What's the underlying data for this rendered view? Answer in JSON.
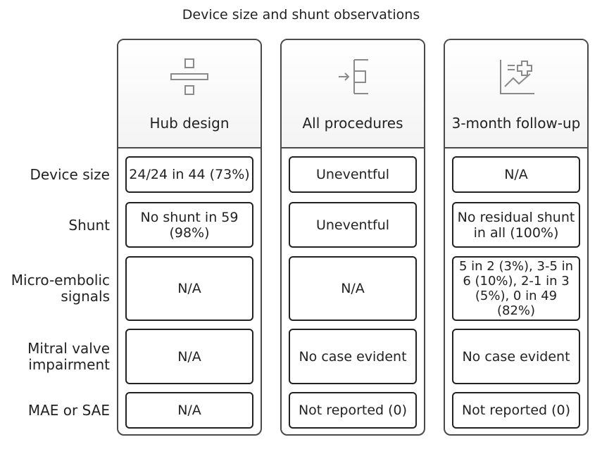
{
  "title": "Device size and shunt observations",
  "columns": [
    {
      "label": "Hub design",
      "icon": "split-blocks-icon"
    },
    {
      "label": "All procedures",
      "icon": "arrow-into-bracket-icon"
    },
    {
      "label": "3-month follow-up",
      "icon": "chart-plus-icon"
    }
  ],
  "rows": [
    {
      "label": "Device size",
      "cells": [
        "24/24 in 44 (73%)",
        "Uneventful",
        "N/A"
      ]
    },
    {
      "label": "Shunt",
      "cells": [
        "No shunt in 59 (98%)",
        "Uneventful",
        "No residual shunt in all (100%)"
      ]
    },
    {
      "label": "Micro-embolic signals",
      "cells": [
        "N/A",
        "N/A",
        "5 in 2 (3%), 3-5 in 6 (10%), 2-1 in 3 (5%), 0 in 49 (82%)"
      ]
    },
    {
      "label": "Mitral valve impairment",
      "cells": [
        "N/A",
        "No case evident",
        "No case evident"
      ]
    },
    {
      "label": "MAE or SAE",
      "cells": [
        "N/A",
        "Not reported (0)",
        "Not reported (0)"
      ]
    }
  ]
}
